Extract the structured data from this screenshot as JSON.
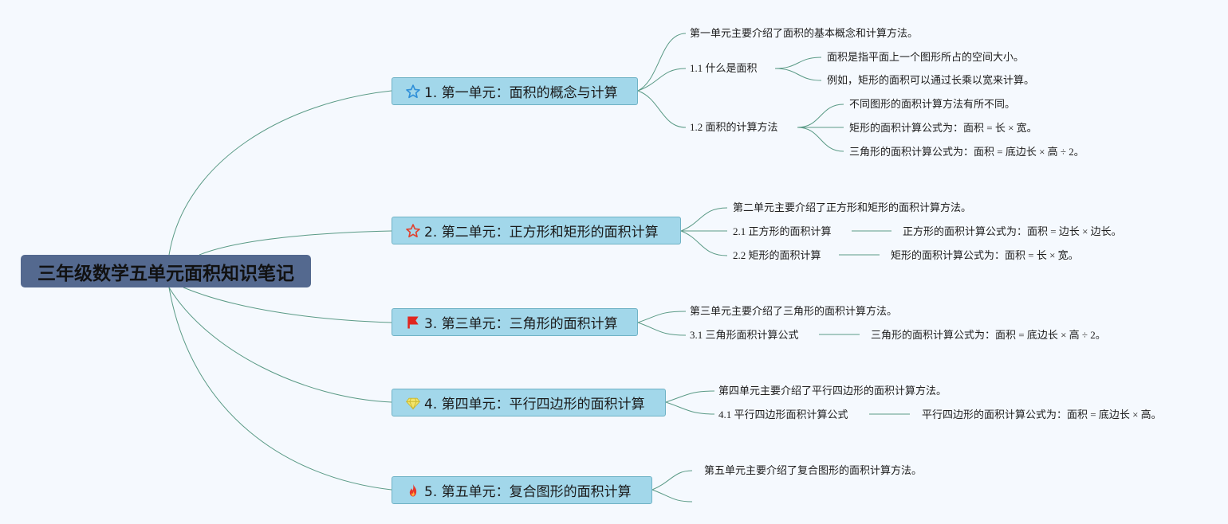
{
  "root": {
    "title": "三年级数学五单元面积知识笔记"
  },
  "branches": [
    {
      "label": "1. 第一单元：面积的概念与计算",
      "icon": "star-outline-blue-icon",
      "summary": "第一单元主要介绍了面积的基本概念和计算方法。",
      "subtopics": [
        {
          "label": "1.1 什么是面积",
          "notes": [
            "面积是指平面上一个图形所占的空间大小。",
            "例如，矩形的面积可以通过长乘以宽来计算。"
          ]
        },
        {
          "label": "1.2 面积的计算方法",
          "notes": [
            "不同图形的面积计算方法有所不同。",
            "矩形的面积计算公式为：面积 = 长 × 宽。",
            "三角形的面积计算公式为：面积 = 底边长 × 高 ÷ 2。"
          ]
        }
      ]
    },
    {
      "label": "2. 第二单元：正方形和矩形的面积计算",
      "icon": "star-outline-red-icon",
      "summary": "第二单元主要介绍了正方形和矩形的面积计算方法。",
      "subtopics": [
        {
          "label": "2.1 正方形的面积计算",
          "notes": [
            "正方形的面积计算公式为：面积 = 边长 × 边长。"
          ]
        },
        {
          "label": "2.2 矩形的面积计算",
          "notes": [
            "矩形的面积计算公式为：面积 = 长 × 宽。"
          ]
        }
      ]
    },
    {
      "label": "3. 第三单元：三角形的面积计算",
      "icon": "red-flag-icon",
      "summary": "第三单元主要介绍了三角形的面积计算方法。",
      "subtopics": [
        {
          "label": "3.1 三角形面积计算公式",
          "notes": [
            "三角形的面积计算公式为：面积 = 底边长 × 高 ÷ 2。"
          ]
        }
      ]
    },
    {
      "label": "4. 第四单元：平行四边形的面积计算",
      "icon": "diamond-icon",
      "summary": "第四单元主要介绍了平行四边形的面积计算方法。",
      "subtopics": [
        {
          "label": "4.1 平行四边形面积计算公式",
          "notes": [
            "平行四边形的面积计算公式为：面积 = 底边长 × 高。"
          ]
        }
      ]
    },
    {
      "label": "5. 第五单元：复合图形的面积计算",
      "icon": "fire-icon",
      "summary": "第五单元主要介绍了复合图形的面积计算方法。",
      "subtopics": []
    }
  ],
  "colors": {
    "background": "#f5f9fe",
    "root": "#54698f",
    "branch": "#a2d7ea",
    "connector": "#5a9a86"
  }
}
